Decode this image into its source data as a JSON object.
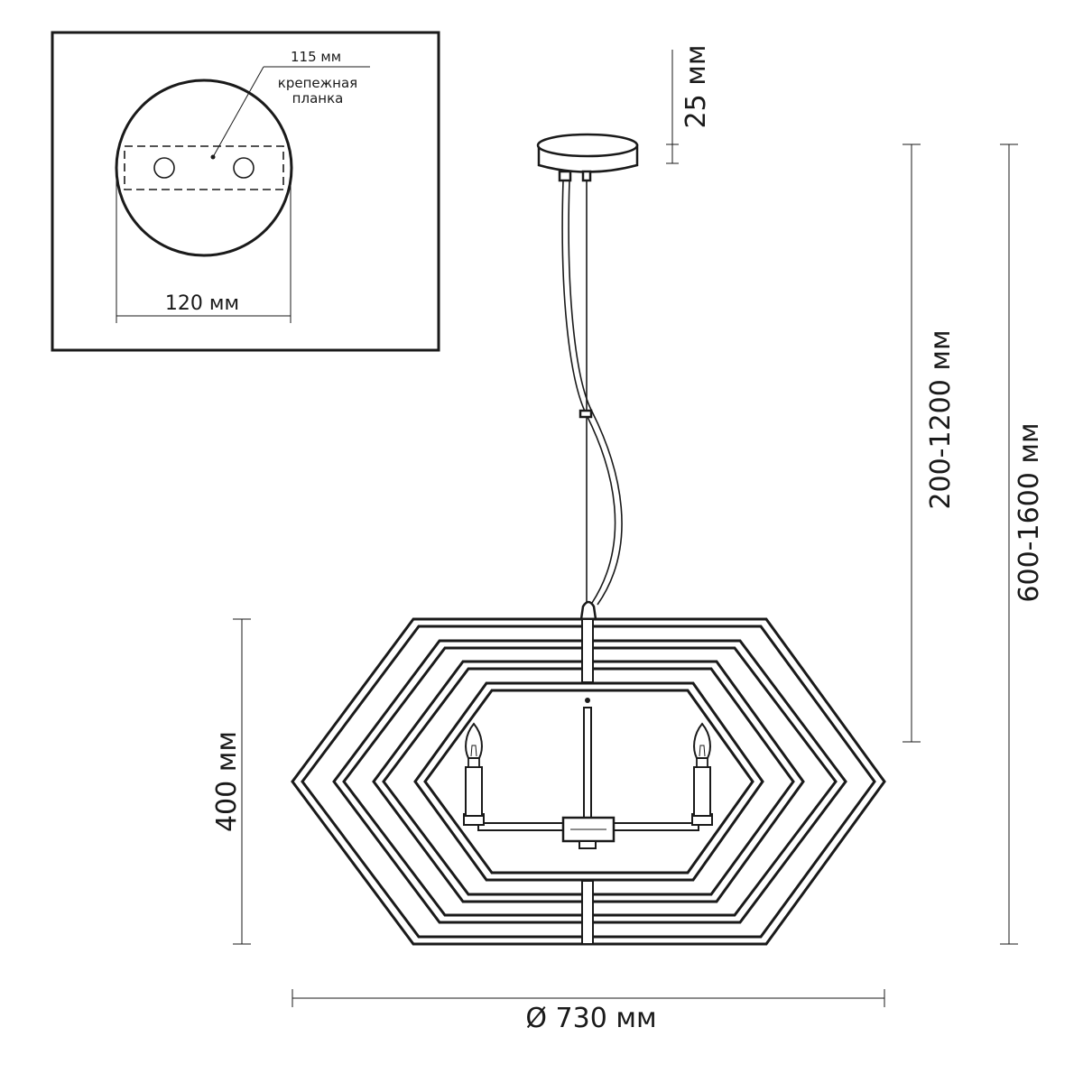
{
  "inset": {
    "label_hole_spacing": "115 мм",
    "label_plate_line1": "крепежная",
    "label_plate_line2": "планка",
    "label_canopy_diameter": "120 мм"
  },
  "dimensions": {
    "canopy_height": "25 мм",
    "cord_length": "200-1200 мм",
    "total_height": "600-1600 мм",
    "body_height": "400 мм",
    "body_diameter": "Ø 730 мм"
  },
  "colors": {
    "line": "#1a1a1a",
    "background": "#ffffff"
  }
}
